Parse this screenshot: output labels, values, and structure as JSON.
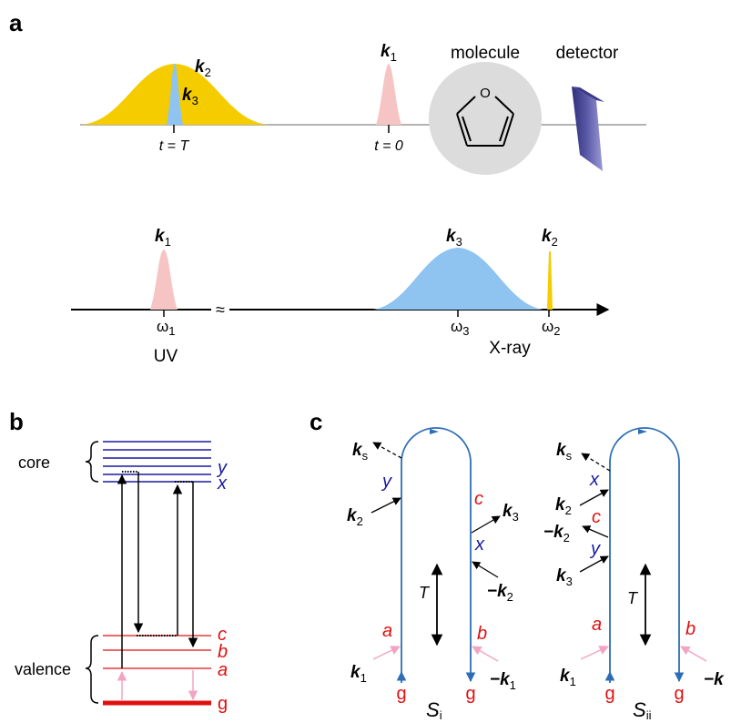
{
  "panels": {
    "a": "a",
    "b": "b",
    "c": "c"
  },
  "panel_a": {
    "pulse_k2": {
      "k": "k",
      "sub": "2"
    },
    "pulse_k3": {
      "k": "k",
      "sub": "3"
    },
    "pulse_k1": {
      "k": "k",
      "sub": "1"
    },
    "time_T": "t = T",
    "time_0": "t = 0",
    "molecule": "molecule",
    "molecule_atom": "O",
    "detector": "detector"
  },
  "spectrum": {
    "k1": {
      "k": "k",
      "sub": "1"
    },
    "k3": {
      "k": "k",
      "sub": "3"
    },
    "k2": {
      "k": "k",
      "sub": "2"
    },
    "w1": {
      "w": "ω",
      "sub": "1"
    },
    "w3": {
      "w": "ω",
      "sub": "3"
    },
    "w2": {
      "w": "ω",
      "sub": "2"
    },
    "uv": "UV",
    "xray": "X-ray",
    "break": "≈"
  },
  "panel_b": {
    "core": "core",
    "valence": "valence",
    "levels": {
      "y": "y",
      "x": "x",
      "c": "c",
      "b": "b",
      "a": "a",
      "g": "g"
    }
  },
  "panel_c": {
    "left": {
      "title": {
        "s": "S",
        "sub": "i"
      },
      "ks": {
        "k": "k",
        "sub": "s"
      },
      "k2": {
        "k": "k",
        "sub": "2"
      },
      "k3": {
        "k": "k",
        "sub": "3"
      },
      "mk2": {
        "k": "−k",
        "sub": "2"
      },
      "k1": {
        "k": "k",
        "sub": "1"
      },
      "mk1": {
        "k": "−k",
        "sub": "1"
      },
      "y": "y",
      "c": "c",
      "x": "x",
      "a": "a",
      "b": "b",
      "T": "T",
      "g_left": "g",
      "g_right": "g"
    },
    "right": {
      "title": {
        "s": "S",
        "sub": "ii"
      },
      "ks": {
        "k": "k",
        "sub": "s"
      },
      "k2": {
        "k": "k",
        "sub": "2"
      },
      "mk2": {
        "k": "−k",
        "sub": "2"
      },
      "k3": {
        "k": "k",
        "sub": "3"
      },
      "k1": {
        "k": "k",
        "sub": "1"
      },
      "mk": "−k",
      "x": "x",
      "c": "c",
      "y": "y",
      "a": "a",
      "b": "b",
      "T": "T",
      "g_left": "g",
      "g_right": "g"
    }
  },
  "colors": {
    "yellow": "#f4cc00",
    "lightblue": "#8fc3f0",
    "pink": "#f7c4c4",
    "molecule_bg": "#dcdcdc",
    "detector": "#5b5aa8",
    "blue_line": "#2c6db5",
    "red_level": "#e01010",
    "navy_level": "#1a1aa0",
    "pink_arrow": "#f2a4c4"
  }
}
